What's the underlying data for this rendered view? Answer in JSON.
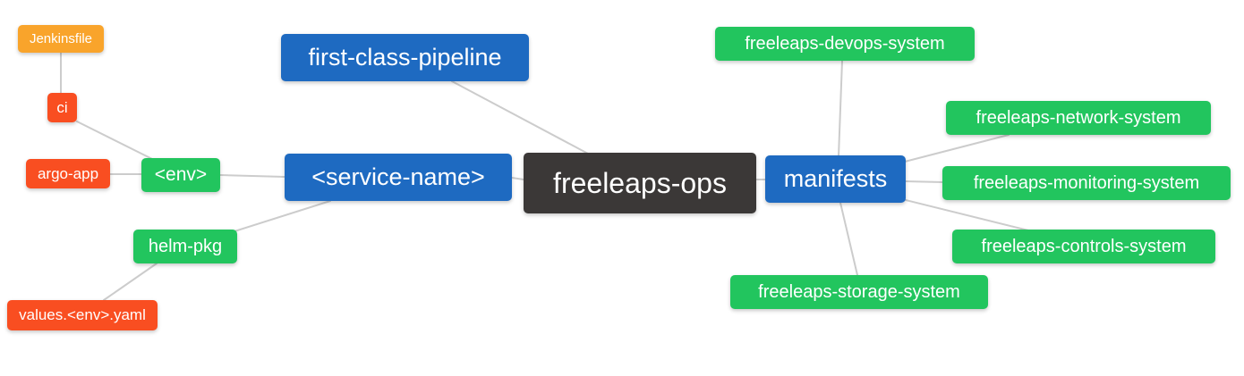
{
  "diagram_type": "mind-map",
  "colors": {
    "root_node": "#3b3837",
    "primary_branch": "#1e6ac1",
    "secondary_branch": "#22c55e",
    "leaf_red": "#f94e21",
    "leaf_orange": "#f9a42b",
    "edge": "#cccccc",
    "node_text": "#ffffff",
    "background": "#ffffff"
  },
  "nodes": [
    {
      "id": "jenkinsfile",
      "label": "Jenkinsfile",
      "color": "orange"
    },
    {
      "id": "ci",
      "label": "ci",
      "color": "red"
    },
    {
      "id": "argo-app",
      "label": "argo-app",
      "color": "red"
    },
    {
      "id": "env",
      "label": "<env>",
      "color": "green"
    },
    {
      "id": "first-class-pipeline",
      "label": "first-class-pipeline",
      "color": "blue"
    },
    {
      "id": "service-name",
      "label": "<service-name>",
      "color": "blue"
    },
    {
      "id": "freeleaps-ops",
      "label": "freeleaps-ops",
      "color": "dark"
    },
    {
      "id": "manifests",
      "label": "manifests",
      "color": "blue"
    },
    {
      "id": "freeleaps-devops-system",
      "label": "freeleaps-devops-system",
      "color": "green"
    },
    {
      "id": "freeleaps-network-system",
      "label": "freeleaps-network-system",
      "color": "green"
    },
    {
      "id": "freeleaps-monitoring-system",
      "label": "freeleaps-monitoring-system",
      "color": "green"
    },
    {
      "id": "freeleaps-controls-system",
      "label": "freeleaps-controls-system",
      "color": "green"
    },
    {
      "id": "freeleaps-storage-system",
      "label": "freeleaps-storage-system",
      "color": "green"
    },
    {
      "id": "helm-pkg",
      "label": "helm-pkg",
      "color": "green"
    },
    {
      "id": "values-env-yaml",
      "label": "values.<env>.yaml",
      "color": "red"
    }
  ],
  "edges": [
    {
      "from": "jenkinsfile",
      "to": "ci"
    },
    {
      "from": "ci",
      "to": "env"
    },
    {
      "from": "argo-app",
      "to": "env"
    },
    {
      "from": "env",
      "to": "service-name"
    },
    {
      "from": "helm-pkg",
      "to": "service-name"
    },
    {
      "from": "values-env-yaml",
      "to": "helm-pkg"
    },
    {
      "from": "first-class-pipeline",
      "to": "freeleaps-ops"
    },
    {
      "from": "service-name",
      "to": "freeleaps-ops"
    },
    {
      "from": "freeleaps-ops",
      "to": "manifests"
    },
    {
      "from": "manifests",
      "to": "freeleaps-devops-system"
    },
    {
      "from": "manifests",
      "to": "freeleaps-network-system"
    },
    {
      "from": "manifests",
      "to": "freeleaps-monitoring-system"
    },
    {
      "from": "manifests",
      "to": "freeleaps-controls-system"
    },
    {
      "from": "manifests",
      "to": "freeleaps-storage-system"
    }
  ]
}
